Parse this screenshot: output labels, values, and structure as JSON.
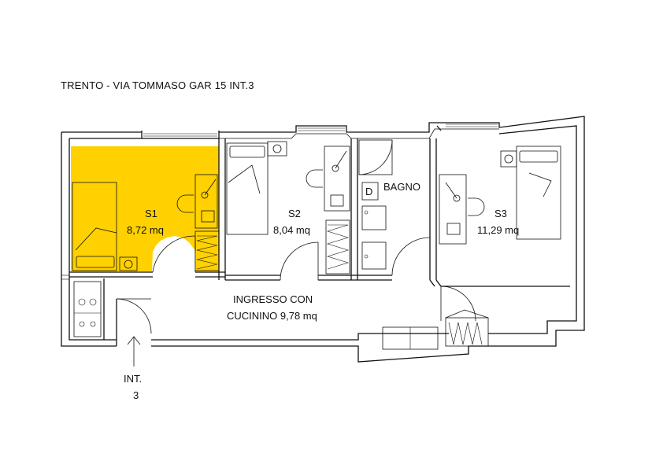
{
  "header": {
    "address": "TRENTO - VIA TOMMASO GAR 15 INT.3"
  },
  "highlight_color": "#FFD100",
  "rooms": {
    "s1": {
      "name": "S1",
      "area": "8,72 mq"
    },
    "s2": {
      "name": "S2",
      "area": "8,04 mq"
    },
    "s3": {
      "name": "S3",
      "area": "11,29 mq"
    },
    "bagno": {
      "name": "BAGNO"
    },
    "ingresso": {
      "line1": "INGRESSO CON",
      "line2": "CUCININO 9,78 mq"
    }
  },
  "entrance": {
    "line1": "INT.",
    "line2": "3"
  }
}
